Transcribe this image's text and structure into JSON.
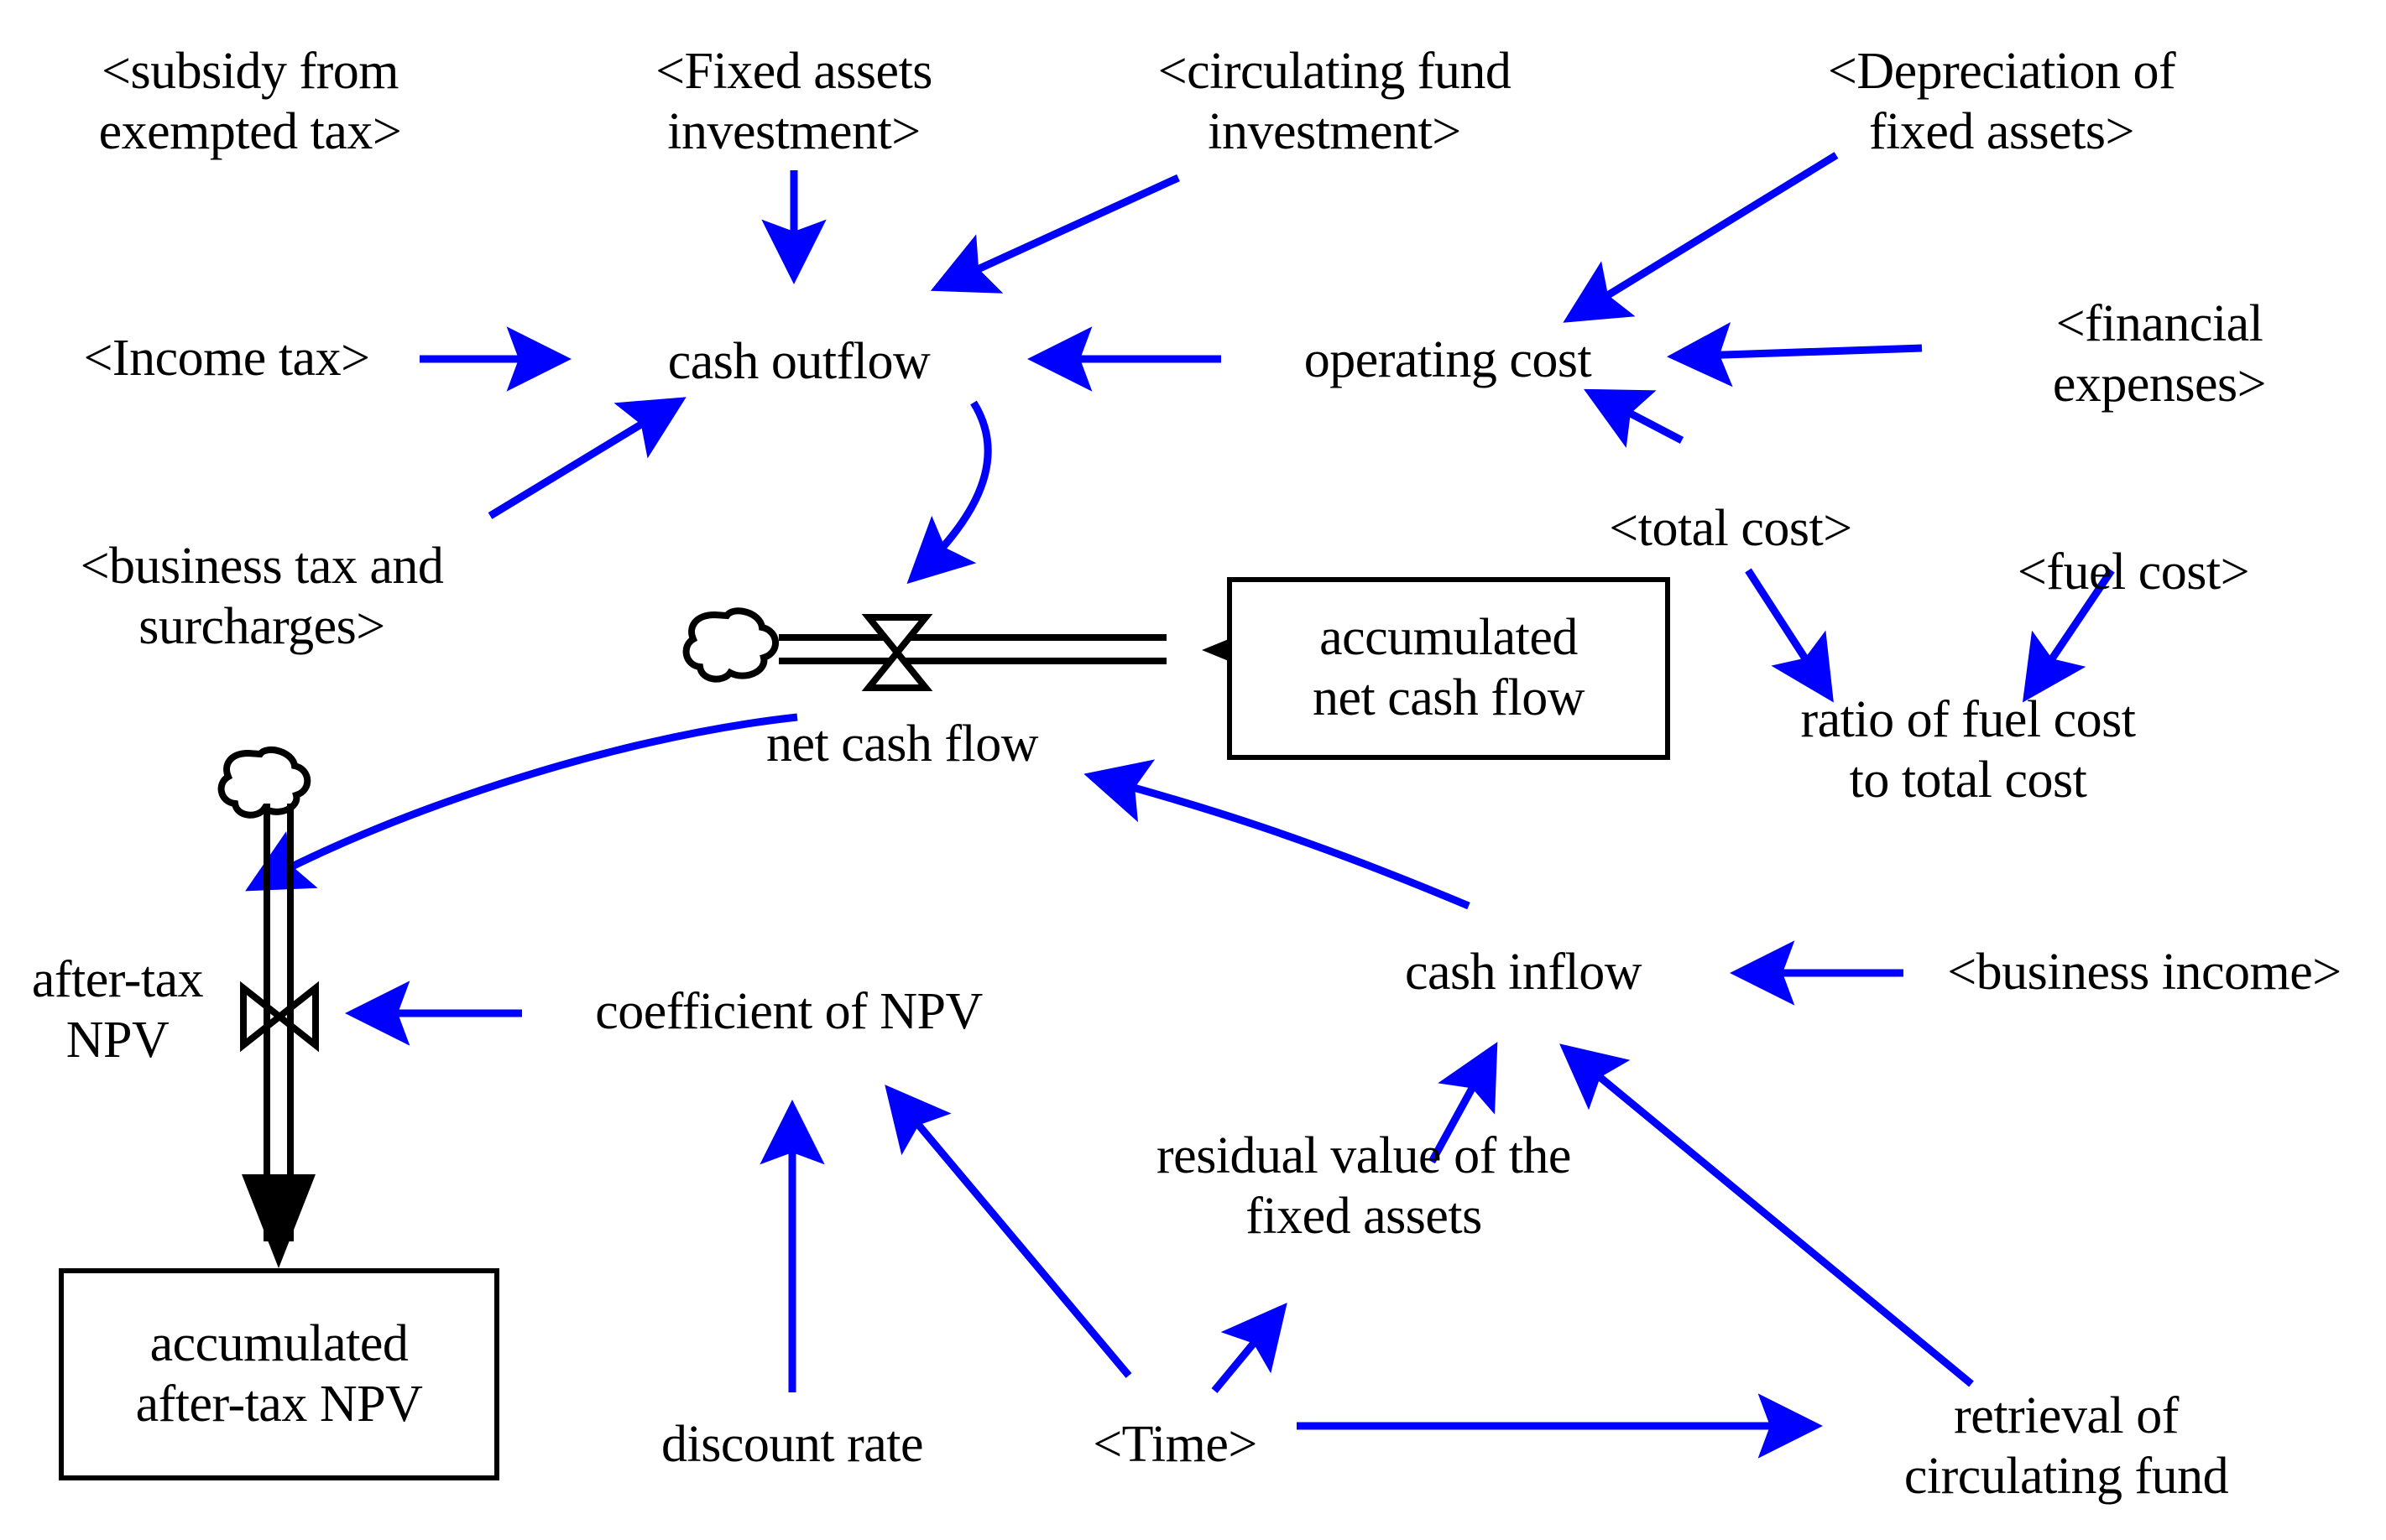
{
  "diagram": {
    "title": "Cash flow and NPV stock-and-flow diagram",
    "colors": {
      "link": "#0000FF",
      "structure": "#000000",
      "background": "#FFFFFF"
    },
    "nodes": {
      "subsidy_from_exempted_tax": "<subsidy from\nexempted tax>",
      "fixed_assets_investment": "<Fixed assets\ninvestment>",
      "circulating_fund_investment": "<circulating fund\ninvestment>",
      "depreciation_of_fixed_assets": "<Depreciation of\nfixed assets>",
      "income_tax": "<Income tax>",
      "cash_outflow": "cash outflow",
      "operating_cost": "operating cost",
      "financial_expenses": "<financial\nexpenses>",
      "business_tax_and_surcharges": "<business tax and\nsurcharges>",
      "total_cost": "<total cost>",
      "fuel_cost": "<fuel cost>",
      "net_cash_flow": "net cash flow",
      "accumulated_net_cash_flow": "accumulated\nnet cash flow",
      "ratio_of_fuel_cost_to_total_cost": "ratio of fuel cost\nto total cost",
      "after_tax_npv": "after-tax\nNPV",
      "coefficient_of_npv": "coefficient of NPV",
      "cash_inflow": "cash inflow",
      "business_income": "<business income>",
      "residual_value_of_the_fixed_assets": "residual value of the\nfixed assets",
      "accumulated_after_tax_npv": "accumulated\nafter-tax NPV",
      "discount_rate": "discount rate",
      "time": "<Time>",
      "retrieval_of_circulating_fund": "retrieval of\ncirculating fund"
    },
    "links": [
      {
        "from": "fixed_assets_investment",
        "to": "cash_outflow"
      },
      {
        "from": "circulating_fund_investment",
        "to": "cash_outflow"
      },
      {
        "from": "income_tax",
        "to": "cash_outflow"
      },
      {
        "from": "business_tax_and_surcharges",
        "to": "cash_outflow"
      },
      {
        "from": "operating_cost",
        "to": "cash_outflow"
      },
      {
        "from": "depreciation_of_fixed_assets",
        "to": "operating_cost"
      },
      {
        "from": "financial_expenses",
        "to": "operating_cost"
      },
      {
        "from": "total_cost",
        "to": "operating_cost"
      },
      {
        "from": "total_cost",
        "to": "ratio_of_fuel_cost_to_total_cost"
      },
      {
        "from": "fuel_cost",
        "to": "ratio_of_fuel_cost_to_total_cost"
      },
      {
        "from": "cash_outflow",
        "to": "net_cash_flow"
      },
      {
        "from": "cash_inflow",
        "to": "net_cash_flow"
      },
      {
        "from": "net_cash_flow",
        "to": "after_tax_npv"
      },
      {
        "from": "coefficient_of_npv",
        "to": "after_tax_npv"
      },
      {
        "from": "discount_rate",
        "to": "coefficient_of_npv"
      },
      {
        "from": "time",
        "to": "coefficient_of_npv"
      },
      {
        "from": "time",
        "to": "residual_value_of_the_fixed_assets"
      },
      {
        "from": "time",
        "to": "retrieval_of_circulating_fund"
      },
      {
        "from": "business_income",
        "to": "cash_inflow"
      },
      {
        "from": "residual_value_of_the_fixed_assets",
        "to": "cash_inflow"
      },
      {
        "from": "retrieval_of_circulating_fund",
        "to": "cash_inflow"
      }
    ],
    "flows": [
      {
        "name": "net cash flow",
        "source": "cloud",
        "target": "accumulated_net_cash_flow"
      },
      {
        "name": "after-tax NPV",
        "source": "cloud",
        "target": "accumulated_after_tax_npv"
      }
    ]
  }
}
